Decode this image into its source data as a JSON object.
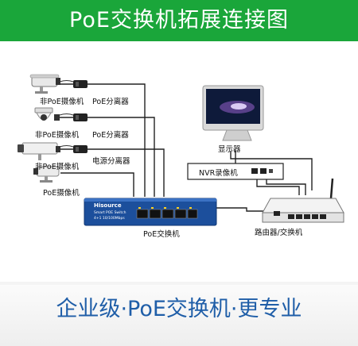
{
  "header": {
    "title": "PoE交换机拓展连接图",
    "background": "#1aa63a"
  },
  "labels": {
    "camera1": "非PoE摄像机",
    "splitter1": "PoE分离器",
    "camera2": "非PoE摄像机",
    "splitter2": "PoE分离器",
    "camera3": "非PoE摄像机",
    "splitter3": "电源分离器",
    "camera4": "PoE摄像机",
    "monitor": "显示器",
    "nvr": "NVR录像机",
    "switch": "PoE交换机",
    "router": "路由器/交换机"
  },
  "switch_panel": {
    "brand": "Hisource",
    "model": "Smart POE Switch",
    "ports": "4+1 10/100Mbps"
  },
  "footer": {
    "title": "企业级·PoE交换机·更专业",
    "color": "#1f5ea8"
  }
}
